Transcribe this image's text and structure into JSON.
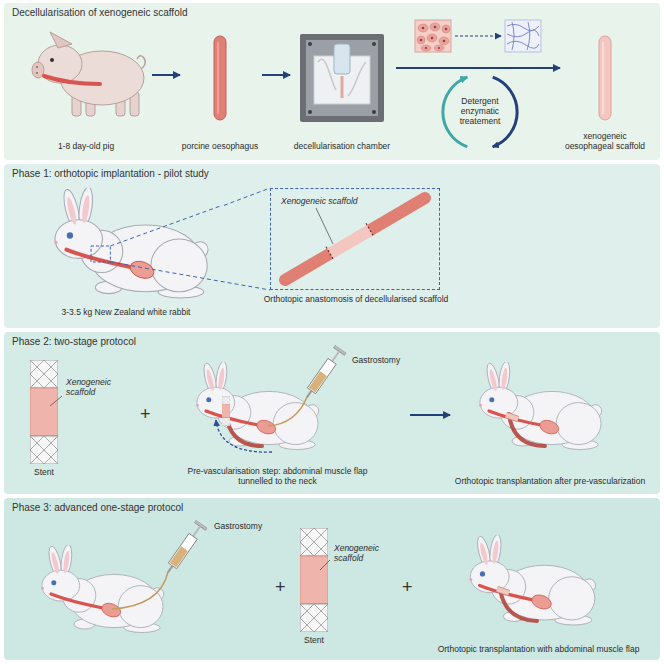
{
  "diagram": {
    "nodes": [
      {
        "text": [
          "Decellularisation of xenogeneic scaffold"
        ]
      },
      {
        "text": [
          "1-8 day-old pig"
        ],
        "in": 0
      },
      {
        "text": [
          "porcine oesophagus"
        ],
        "in": 0
      },
      {
        "text": [
          "decellularisation chamber"
        ],
        "in": 0
      },
      {
        "text": [
          "Detergent enzymatic treatement"
        ],
        "in": 0
      },
      {
        "text": [
          "xenogeneic oesophageal scaffold"
        ],
        "in": 0
      },
      {
        "text": [
          "Phase 1: orthotopic implantation - pilot study"
        ]
      },
      {
        "text": [
          "3-3.5 kg New Zealand white rabbit"
        ],
        "in": 6
      },
      {
        "text": [
          "Xenogeneic scaffold",
          "Orthotopic anastomosis of decellularised scaffold"
        ],
        "in": 6
      },
      {
        "text": [
          "Phase 2: two-stage protocol"
        ]
      },
      {
        "text": [
          "Xenogeneic scaffold",
          "Stent"
        ],
        "in": 9
      },
      {
        "text": [
          "Gastrostomy",
          "Pre-vascularisation step: abdominal muscle flap tunnelled to the neck"
        ],
        "in": 9
      },
      {
        "text": [
          "Orthotopic transplantation after pre-vascularization"
        ],
        "in": 9
      },
      {
        "text": [
          "Phase 3: advanced one-stage protocol"
        ]
      },
      {
        "text": [
          "Gastrostomy"
        ],
        "in": 13
      },
      {
        "text": [
          "Xenogeneic scaffold",
          "Stent"
        ],
        "in": 13
      },
      {
        "text": [
          "Orthotopic transplantation with abdominal muscle flap"
        ],
        "in": 13
      }
    ],
    "edges": [
      {
        "from": 1,
        "to": 2,
        "arrow": "to"
      },
      {
        "from": 2,
        "to": 3,
        "arrow": "to"
      },
      {
        "from": 3,
        "to": 5,
        "arrow": "to"
      },
      {
        "from": 7,
        "to": 8,
        "arrow": "none"
      },
      {
        "from": 11,
        "to": 12,
        "arrow": "to"
      }
    ],
    "labels": [
      "+",
      "+",
      "+"
    ]
  }
}
